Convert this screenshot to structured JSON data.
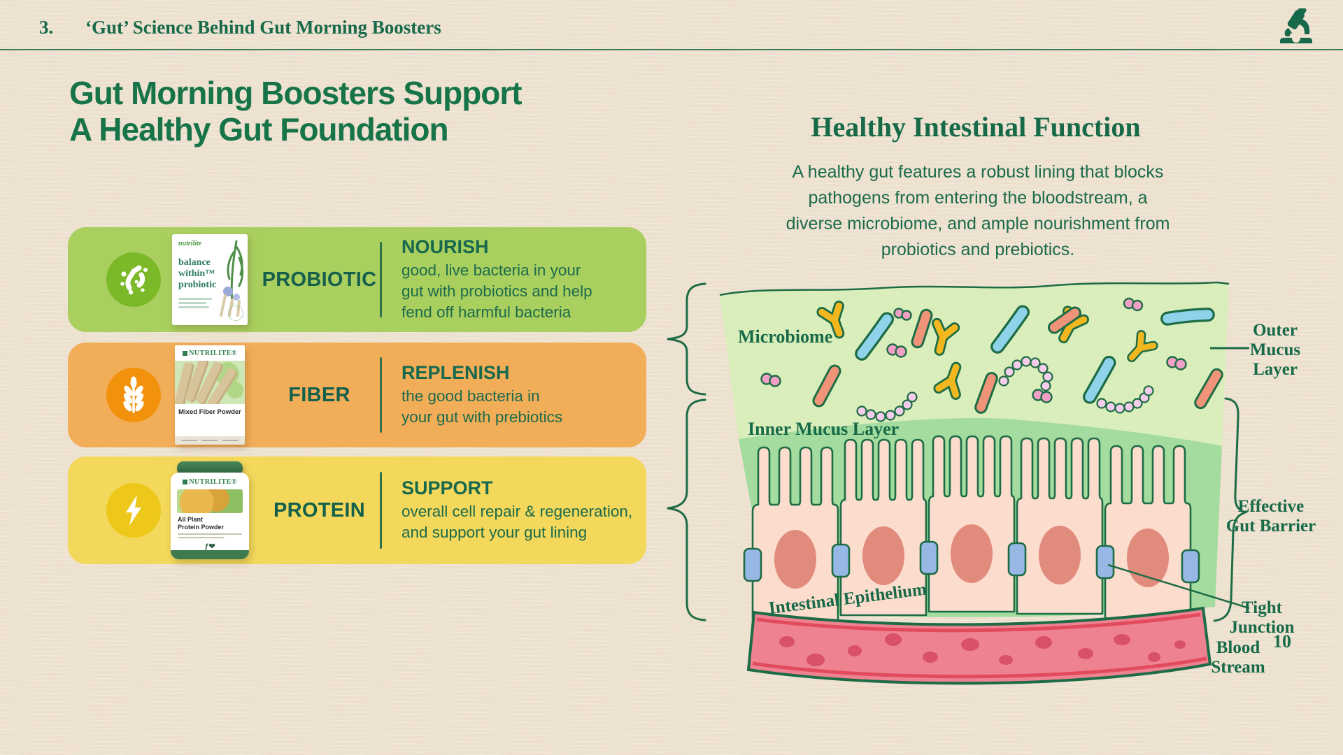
{
  "header": {
    "number": "3.",
    "title": "‘Gut’ Science Behind Gut Morning Boosters",
    "icon": "microscope-icon"
  },
  "left": {
    "title_line1": "Gut Morning Boosters Support",
    "title_line2": "A Healthy Gut Foundation",
    "cards": [
      {
        "id": "probiotic",
        "label": "PROBIOTIC",
        "heading": "NOURISH",
        "body": "good, live bacteria in your gut with probiotics and help fend off harmful bacteria",
        "bg": "#A9CF5F",
        "icon_bg": "#7CB929",
        "icon": "probiotic-bacteria-icon",
        "product": {
          "brand": "nutrilite",
          "name_line1": "balance",
          "name_line2": "within™",
          "name_line3": "probiotic"
        }
      },
      {
        "id": "fiber",
        "label": "FIBER",
        "heading": "REPLENISH",
        "body": "the good bacteria in your gut with prebiotics",
        "bg": "#F2AD59",
        "icon_bg": "#F2920C",
        "icon": "wheat-icon",
        "product": {
          "brand": "NUTRILITE®",
          "name": "Mixed Fiber Powder"
        }
      },
      {
        "id": "protein",
        "label": "PROTEIN",
        "heading": "SUPPORT",
        "body": "overall cell repair & regeneration, and support your gut lining",
        "bg": "#F3D85B",
        "icon_bg": "#EDC81A",
        "icon": "lightning-icon",
        "product": {
          "brand": "NUTRILITE®",
          "name_line1": "All Plant",
          "name_line2": "Protein Powder"
        }
      }
    ]
  },
  "right": {
    "heading": "Healthy Intestinal Function",
    "paragraph": "A healthy gut features a robust lining that blocks pathogens from entering the bloodstream, a diverse microbiome, and ample nourishment from probiotics and prebiotics.",
    "diagram_labels": {
      "microbiome": "Microbiome",
      "inner_mucus": "Inner Mucus Layer",
      "intestinal_epithelium": "Intestinal Epithelium",
      "outer_mucus": [
        "Outer",
        "Mucus",
        "Layer"
      ],
      "effective_gut_barrier": [
        "Effective",
        "Gut Barrier"
      ],
      "tight_junction": [
        "Tight",
        "Junction"
      ],
      "blood_stream": [
        "Blood",
        "Stream"
      ]
    }
  },
  "page_number": "10",
  "colors": {
    "background": "#EFE3D2",
    "dark_green_text": "#176A4A",
    "card_green": "#A9CF5F",
    "card_orange": "#F2AD59",
    "card_yellow": "#F3D85B",
    "outer_mucus_fill": "#D9EEBB",
    "inner_mucus_fill": "#A3DC9E",
    "cell_fill": "#FCDCCD",
    "nucleus_fill": "#E18B7D",
    "tight_junction_fill": "#97B7E4",
    "blood_fill": "#EF8290",
    "blood_cell_fill": "#D9506A",
    "outline_green": "#1D6C45"
  }
}
